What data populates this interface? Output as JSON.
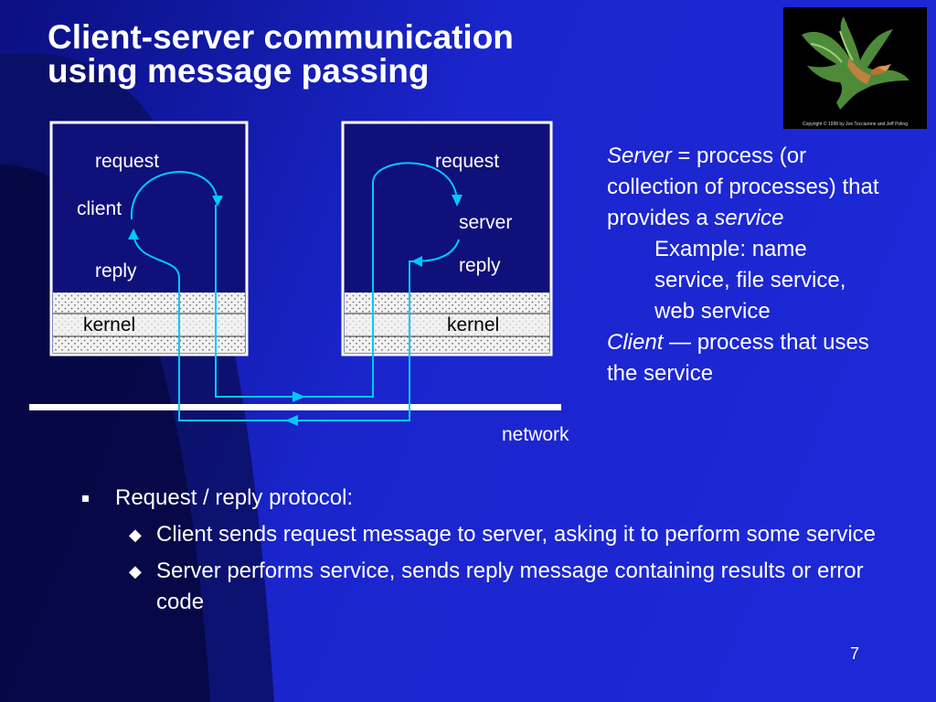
{
  "slide": {
    "title_line1": "Client-server communication",
    "title_line2": "using message passing",
    "page_number": "7"
  },
  "logo": {
    "caption": "Copyright © 1998 by Joe Tocciarone and Jeff Poling"
  },
  "diagram": {
    "client_box": {
      "request_label": "request",
      "process_label": "client",
      "reply_label": "reply",
      "kernel_label": "kernel"
    },
    "server_box": {
      "request_label": "request",
      "process_label": "server",
      "reply_label": "reply",
      "kernel_label": "kernel"
    },
    "network_label": "network"
  },
  "definitions": {
    "server_term": "Server",
    "server_eq": " = ",
    "server_text": "process (or collection of processes) that provides a ",
    "service_term": "service",
    "example": "Example:  name service, file service, web service",
    "client_term": "Client",
    "client_dash": " — ",
    "client_text": "process that uses the service"
  },
  "bullets": {
    "main": "Request / reply protocol:",
    "sub": [
      "Client sends request message to server, asking it to perform some service",
      "Server performs service, sends reply message  containing results or error code"
    ]
  },
  "colors": {
    "background": "#1720c8",
    "arrow": "#00c8ff",
    "box_fill": "#10107a",
    "text": "#ffffff"
  }
}
